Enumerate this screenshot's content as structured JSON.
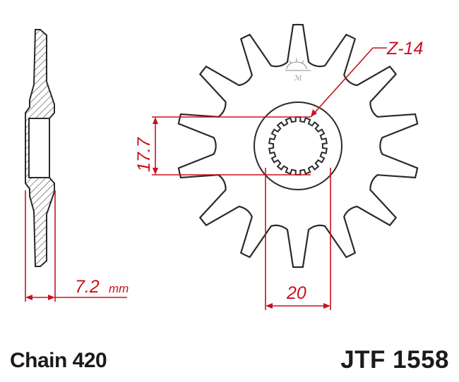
{
  "teeth_label": "Z-14",
  "dimensions": {
    "bore_across": "17.7",
    "spline_width": "20",
    "thickness_value": "7.2",
    "thickness_unit": "mm"
  },
  "chain_label": "Chain 420",
  "part_number": "JTF 1558",
  "teeth_count": 14,
  "spline_count": 18,
  "colors": {
    "outline": "#2a2a2a",
    "dimension": "#c8101e",
    "background": "#ffffff"
  }
}
